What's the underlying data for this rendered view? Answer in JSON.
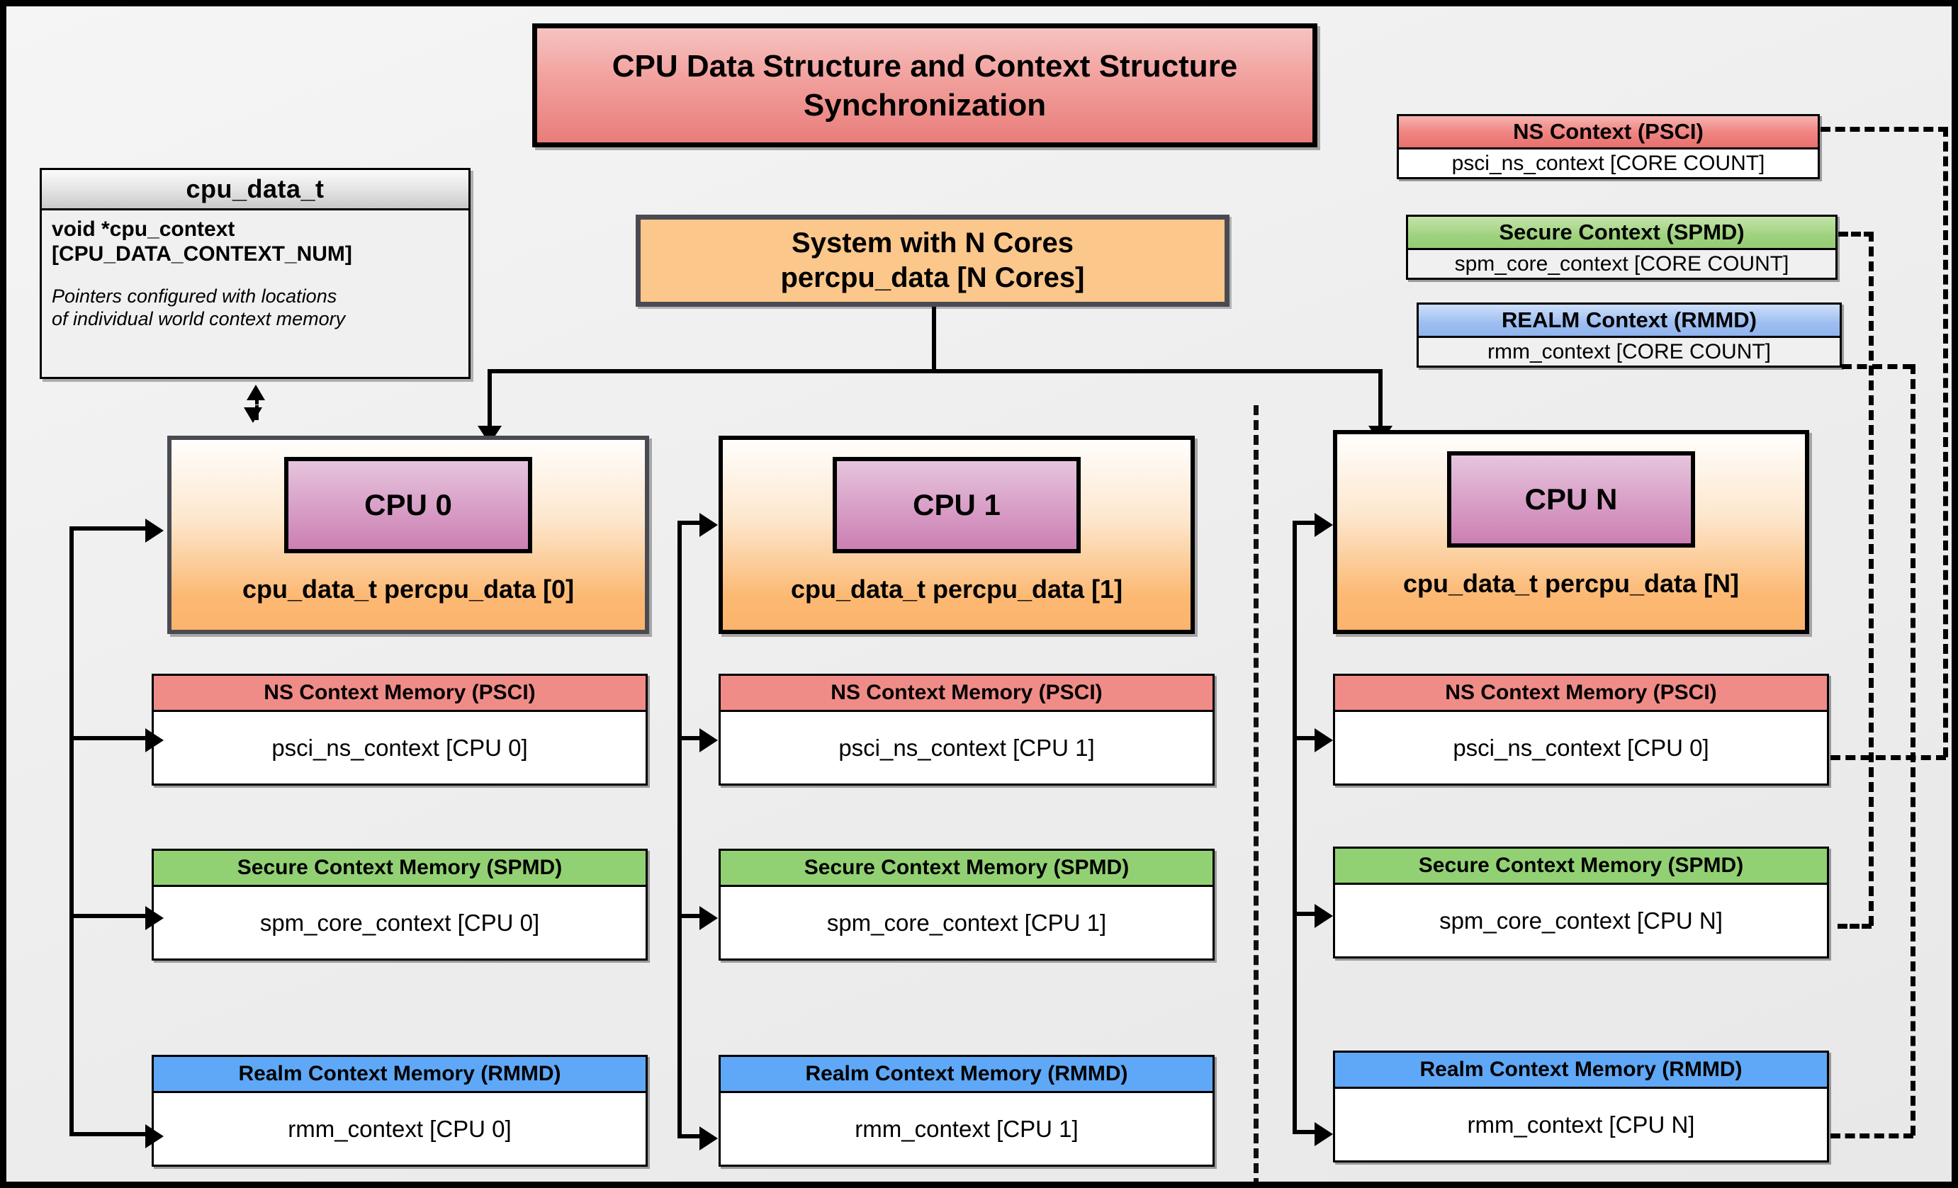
{
  "title": {
    "text": "CPU Data Structure and Context Structure Synchronization",
    "accent": "#e87d7a"
  },
  "legend": {
    "name": "cpu_data_t",
    "field": "void  *cpu_context\n[CPU_DATA_CONTEXT_NUM]",
    "field_line1": "void  *cpu_context",
    "field_line2": "[CPU_DATA_CONTEXT_NUM]",
    "note_line1": "Pointers configured with locations",
    "note_line2": "of individual world context memory"
  },
  "system": {
    "line1": "System with N Cores",
    "line2": "percpu_data [N Cores]",
    "fill": "#fbc78b"
  },
  "global_contexts": [
    {
      "header": "NS Context  (PSCI)",
      "body": "psci_ns_context [CORE COUNT]",
      "color": "#ef8380",
      "name": "ns-context-psci"
    },
    {
      "header": "Secure Context (SPMD)",
      "body": "spm_core_context [CORE COUNT]",
      "color": "#9fd280",
      "name": "secure-context-spmd"
    },
    {
      "header": "REALM Context (RMMD)",
      "body": "rmm_context [CORE COUNT]",
      "color": "#9dbef0",
      "name": "realm-context-rmmd"
    }
  ],
  "cpus": [
    {
      "chip": "CPU 0",
      "label": "cpu_data_t percpu_data [0]",
      "contexts": [
        {
          "header": "NS Context Memory (PSCI)",
          "body": "psci_ns_context [CPU 0]",
          "color": "#f08c88"
        },
        {
          "header": "Secure Context Memory (SPMD)",
          "body": "spm_core_context [CPU 0]",
          "color": "#92d173"
        },
        {
          "header": "Realm Context Memory (RMMD)",
          "body": "rmm_context [CPU 0]",
          "color": "#5fa8f7"
        }
      ]
    },
    {
      "chip": "CPU 1",
      "label": "cpu_data_t percpu_data [1]",
      "contexts": [
        {
          "header": "NS Context Memory (PSCI)",
          "body": "psci_ns_context [CPU 1]",
          "color": "#f08c88"
        },
        {
          "header": "Secure Context Memory (SPMD)",
          "body": "spm_core_context [CPU 1]",
          "color": "#92d173"
        },
        {
          "header": "Realm Context Memory (RMMD)",
          "body": "rmm_context [CPU 1]",
          "color": "#5fa8f7"
        }
      ]
    },
    {
      "chip": "CPU N",
      "label": "cpu_data_t percpu_data [N]",
      "contexts": [
        {
          "header": "NS Context Memory (PSCI)",
          "body": "psci_ns_context [CPU 0]",
          "color": "#f08c88"
        },
        {
          "header": "Secure Context Memory (SPMD)",
          "body": "spm_core_context [CPU N]",
          "color": "#92d173"
        },
        {
          "header": "Realm Context Memory (RMMD)",
          "body": "rmm_context [CPU N]",
          "color": "#5fa8f7"
        }
      ]
    }
  ]
}
